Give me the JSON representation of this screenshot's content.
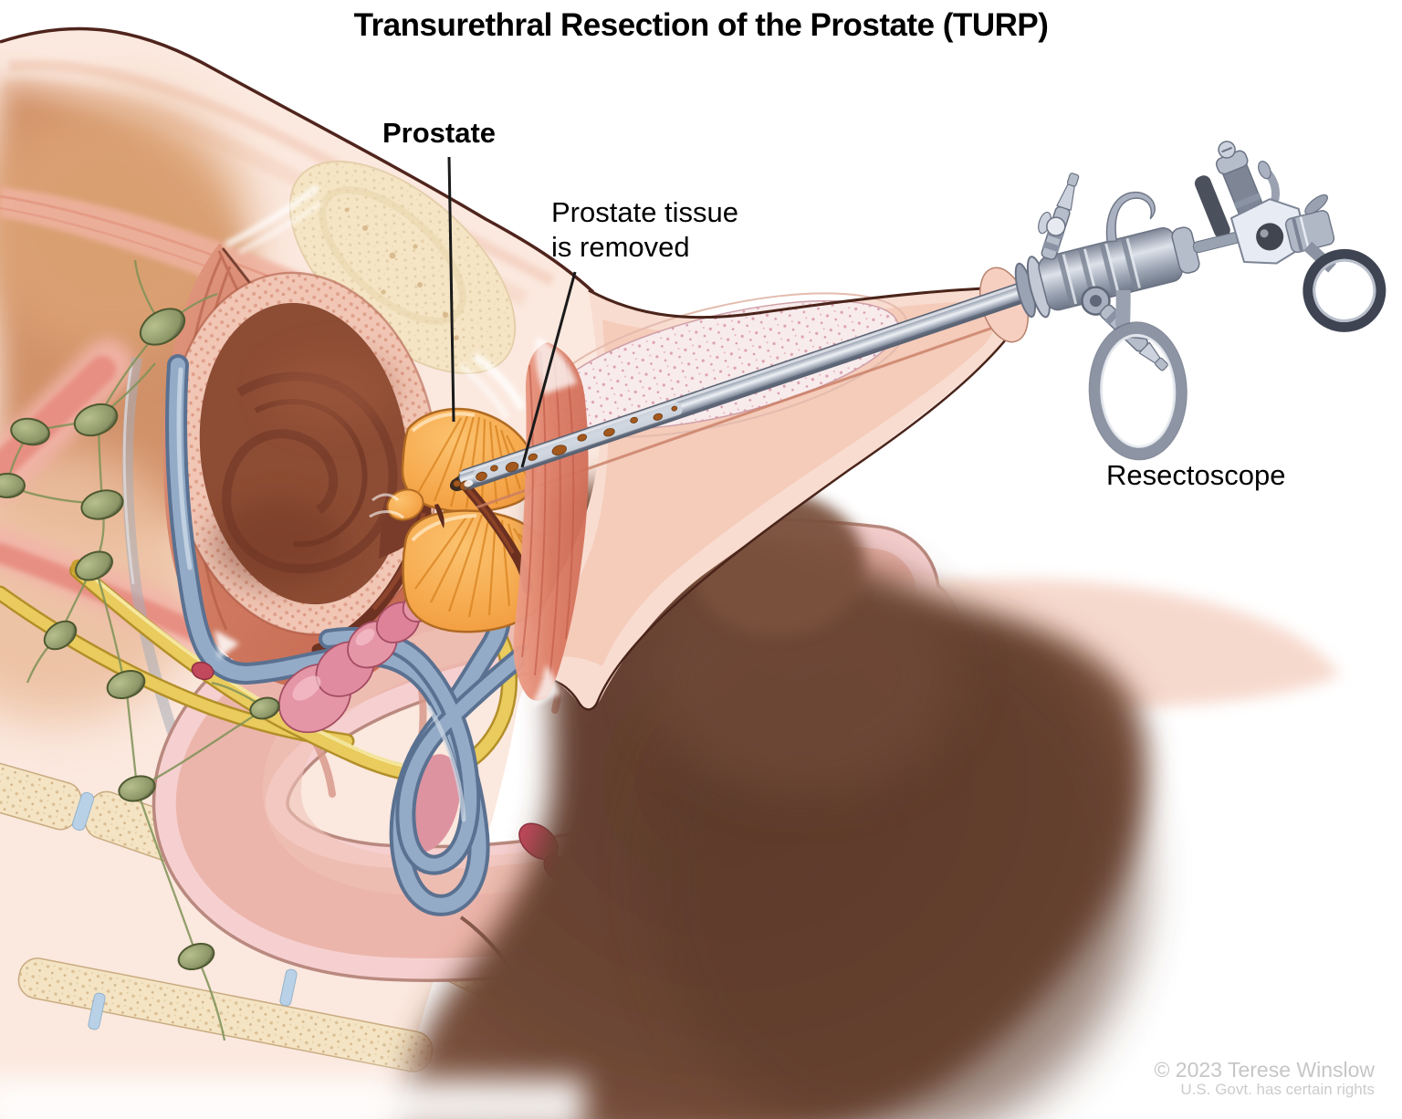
{
  "title": "Transurethral Resection of the Prostate (TURP)",
  "labels": {
    "prostate": "Prostate",
    "tissue_line1": "Prostate tissue",
    "tissue_line2": "is removed",
    "resectoscope": "Resectoscope"
  },
  "credit": {
    "line1": "© 2023 Terese Winslow",
    "line2": "U.S. Govt. has certain rights"
  },
  "colors": {
    "background": "#ffffff",
    "skin": "#fbe8de",
    "body_outline": "#4f241c",
    "prostate_orange": "#f6a84c",
    "prostate_stria": "#d8821f",
    "bladder_wall": "#cd7861",
    "bladder_interior": "#8a4a33",
    "bone": "#f4e4c4",
    "disc_blue": "#b9d1e6",
    "rectum_outer": "#f6d0d0",
    "rectum_inner": "#ecb5ab",
    "lymph_green": "#7f9257",
    "vessel_blue": "#8ba3bf",
    "vessel_yellow": "#e9cb5e",
    "vessel_pink": "#eb9d92",
    "vesicle_pink": "#e596a6",
    "instrument_gray": "#aab3c2",
    "tissue_chip_brown": "#a3581e",
    "shadow_brown": "#6e4735"
  }
}
